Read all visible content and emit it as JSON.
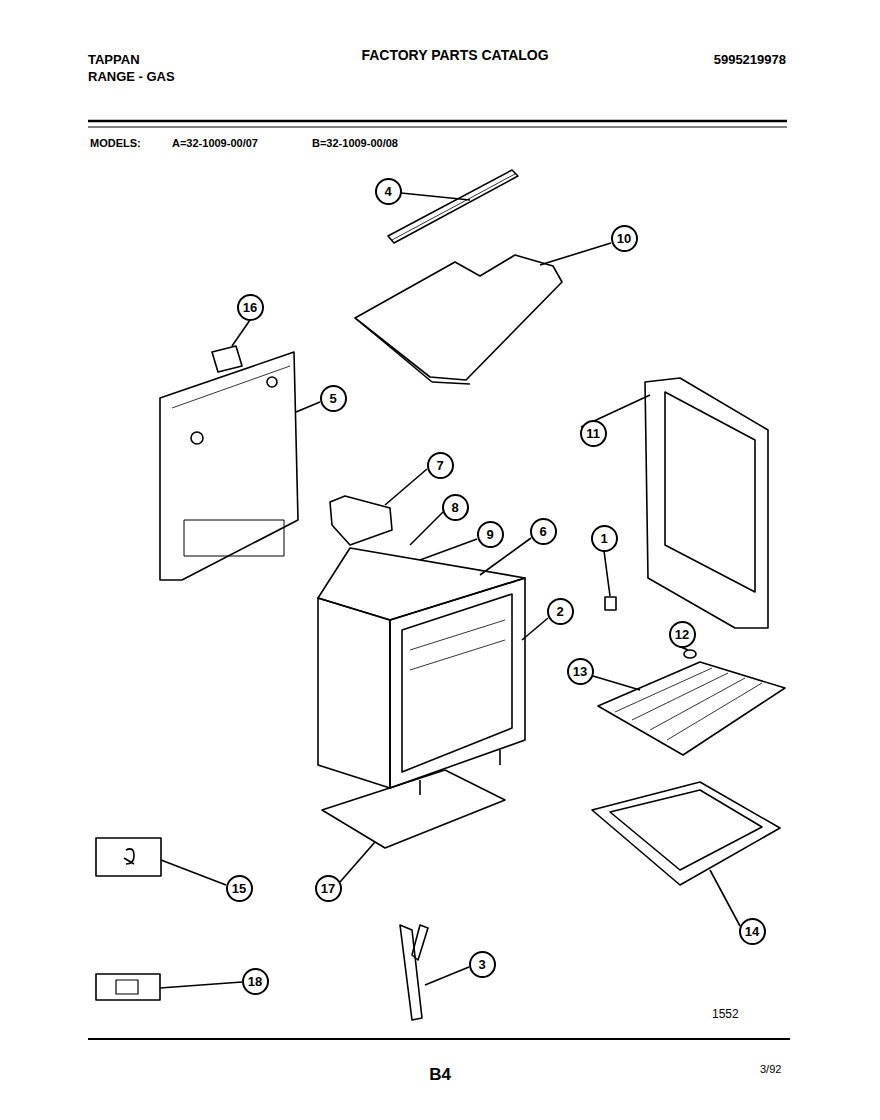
{
  "diagram": {
    "title": "FACTORY PARTS CATALOG",
    "nodes": [
      {
        "text": [
          "4"
        ]
      },
      {
        "text": [
          "10"
        ]
      },
      {
        "text": [
          "16"
        ]
      },
      {
        "text": [
          "5"
        ]
      },
      {
        "text": [
          "11"
        ]
      },
      {
        "text": [
          "7"
        ]
      },
      {
        "text": [
          "8"
        ]
      },
      {
        "text": [
          "6"
        ]
      },
      {
        "text": [
          "9"
        ]
      },
      {
        "text": [
          "1"
        ]
      },
      {
        "text": [
          "2"
        ]
      },
      {
        "text": [
          "12"
        ]
      },
      {
        "text": [
          "13"
        ]
      },
      {
        "text": [
          "15"
        ]
      },
      {
        "text": [
          "17"
        ]
      },
      {
        "text": [
          "14"
        ]
      },
      {
        "text": [
          "3"
        ]
      },
      {
        "text": [
          "18"
        ]
      }
    ],
    "labels": [
      "TAPPAN",
      "RANGE - GAS",
      "5995219978",
      "MODELS:",
      "A=32-1009-00/07",
      "B=32-1009-00/08",
      "1552",
      "B4",
      "3/92"
    ]
  }
}
